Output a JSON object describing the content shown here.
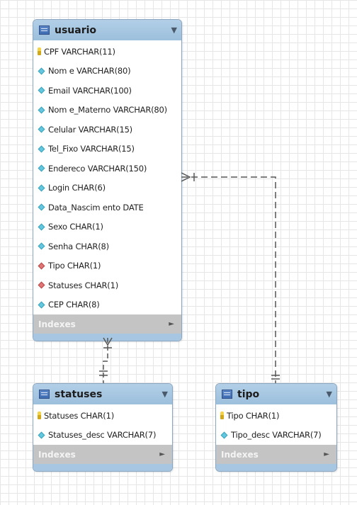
{
  "tables": {
    "usuario": {
      "name": "usuario",
      "menu": "▼",
      "columns": [
        {
          "text": "CPF VARCHAR(11)",
          "icon": "primary-key-icon"
        },
        {
          "text": "Nom e VARCHAR(80)",
          "icon": "column-diamond-icon"
        },
        {
          "text": "Email VARCHAR(100)",
          "icon": "column-diamond-icon"
        },
        {
          "text": "Nom e_Materno VARCHAR(80)",
          "icon": "column-diamond-icon"
        },
        {
          "text": "Celular VARCHAR(15)",
          "icon": "column-diamond-icon"
        },
        {
          "text": "Tel_Fixo VARCHAR(15)",
          "icon": "column-diamond-icon"
        },
        {
          "text": "Endereco VARCHAR(150)",
          "icon": "column-diamond-icon"
        },
        {
          "text": "Login CHAR(6)",
          "icon": "column-diamond-icon"
        },
        {
          "text": "Data_Nascim ento DATE",
          "icon": "column-diamond-icon"
        },
        {
          "text": "Sexo CHAR(1)",
          "icon": "column-diamond-icon"
        },
        {
          "text": "Senha CHAR(8)",
          "icon": "column-diamond-icon"
        },
        {
          "text": "Tipo CHAR(1)",
          "icon": "foreign-key-diamond-icon"
        },
        {
          "text": "Statuses CHAR(1)",
          "icon": "foreign-key-diamond-icon"
        },
        {
          "text": "CEP CHAR(8)",
          "icon": "column-diamond-icon"
        }
      ],
      "indexes_label": "Indexes",
      "indexes_arrow": "►"
    },
    "statuses": {
      "name": "statuses",
      "menu": "▼",
      "columns": [
        {
          "text": "Statuses CHAR(1)",
          "icon": "primary-key-icon"
        },
        {
          "text": "Statuses_desc VARCHAR(7)",
          "icon": "column-diamond-icon"
        }
      ],
      "indexes_label": "Indexes",
      "indexes_arrow": "►"
    },
    "tipo": {
      "name": "tipo",
      "menu": "▼",
      "columns": [
        {
          "text": "Tipo CHAR(1)",
          "icon": "primary-key-icon"
        },
        {
          "text": "Tipo_desc VARCHAR(7)",
          "icon": "column-diamond-icon"
        }
      ],
      "indexes_label": "Indexes",
      "indexes_arrow": "►"
    }
  },
  "colors": {
    "header": "#a9c9e4",
    "indexes_bar": "#c4c4c4",
    "primary_key": "#e2be2e",
    "column_diamond": "#64c7df",
    "foreign_key_diamond": "#e17676",
    "connector": "#555555"
  }
}
